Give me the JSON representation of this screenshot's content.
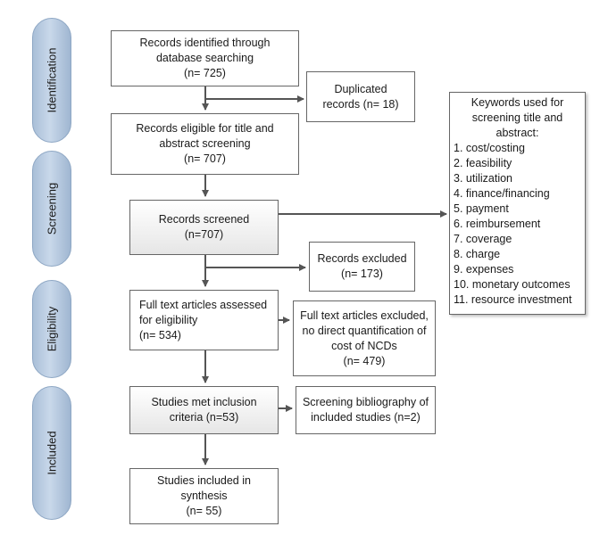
{
  "phases": {
    "identification": "Identification",
    "screening": "Screening",
    "eligibility": "Eligibility",
    "included": "Included"
  },
  "boxes": {
    "records_identified": "Records identified through\ndatabase searching\n(n= 725)",
    "duplicated": "Duplicated\nrecords (n= 18)",
    "records_eligible": "Records eligible for title and\nabstract screening\n(n= 707)",
    "records_screened": "Records screened\n(n=707)",
    "records_excluded": "Records excluded\n(n= 173)",
    "full_text_assessed": "Full text articles assessed\nfor eligibility\n(n= 534)",
    "full_text_excluded": "Full text articles excluded,\nno direct quantification of\ncost of NCDs\n(n= 479)",
    "studies_met": "Studies met inclusion\ncriteria (n=53)",
    "bibliography": "Screening bibliography of\nincluded studies (n=2)",
    "studies_included": "Studies included in\nsynthesis\n(n= 55)"
  },
  "keywords": {
    "title": "Keywords used for\nscreening title and\nabstract:",
    "items": [
      "1. cost/costing",
      "2. feasibility",
      "3. utilization",
      "4. finance/financing",
      "5. payment",
      "6. reimbursement",
      "7. coverage",
      "8. charge",
      "9. expenses",
      "10. monetary outcomes",
      "11. resource investment"
    ]
  }
}
